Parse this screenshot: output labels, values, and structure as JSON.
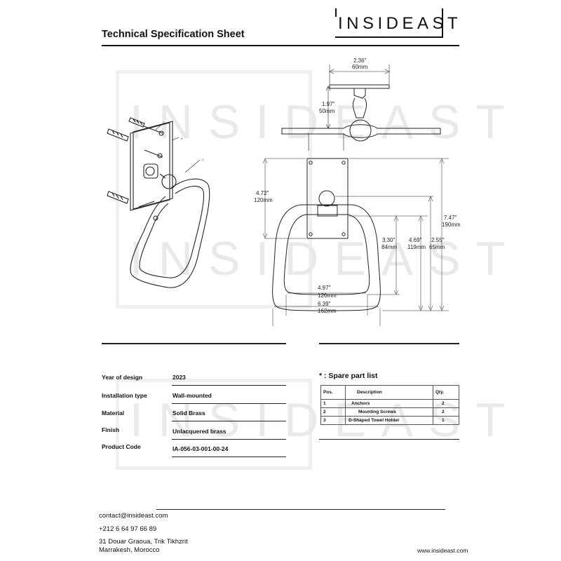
{
  "header": {
    "title": "Technical Specification Sheet",
    "brand": "INSIDEAST"
  },
  "watermark": {
    "text": "INSIDEAST"
  },
  "drawing": {
    "top_view": {
      "width_in": "2.36\"",
      "width_mm": "60mm",
      "depth_in": "1.97\"",
      "depth_mm": "50mm"
    },
    "front_view": {
      "plate_in": "4.72\"",
      "plate_mm": "120mm",
      "inner_h_in": "3.30\"",
      "inner_h_mm": "84mm",
      "ring_h_in": "4.69\"",
      "ring_h_mm": "119mm",
      "ring_lower_in": "2.55\"",
      "ring_lower_mm": "65mm",
      "total_h_in": "7.47\"",
      "total_h_mm": "190mm",
      "inner_w_in": "4.97\"",
      "inner_w_mm": "126mm",
      "outer_w_in": "6.39\"",
      "outer_w_mm": "162mm"
    },
    "callouts": [
      "1",
      "2",
      "3"
    ]
  },
  "specs": [
    {
      "label": "Year of design",
      "value": "2023"
    },
    {
      "label": "Installation type",
      "value": "Wall-mounted"
    },
    {
      "label": "Material",
      "value": "Solid Brass"
    },
    {
      "label": "Finish",
      "value": "Unlacquered brass"
    },
    {
      "label": "Product Code",
      "value": "IA-056-03-001-00-24"
    }
  ],
  "spare_parts": {
    "title": "* : Spare part list",
    "headers": [
      "Pos.",
      "Description",
      "Qty."
    ],
    "rows": [
      [
        "1",
        "Anchors",
        "2"
      ],
      [
        "2",
        "Mounting Screws",
        "2"
      ],
      [
        "3",
        "D-Shaped Towel Holder",
        "1"
      ]
    ]
  },
  "footer": {
    "email": "contact@insideast.com",
    "phone": "+212 6 64 97 66 89",
    "address_line1": "31 Douar Graoua, Trik Tikhzrit",
    "address_line2": "Marrakesh, Morocco",
    "website": "www.insideast.com"
  }
}
